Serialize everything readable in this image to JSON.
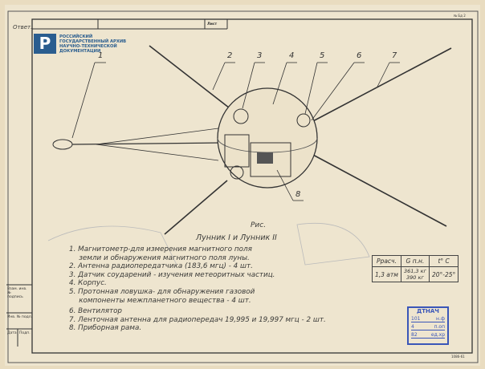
{
  "header": {
    "signature": "Ответ.",
    "sheet_label": "Лист",
    "sheet_code": "№ Бд 2"
  },
  "logo": {
    "mark": "Р",
    "lines": [
      "РОССИЙСКИЙ",
      "ГОСУДАРСТВЕННЫЙ АРХИВ",
      "НАУЧНО-ТЕХНИЧЕСКОЙ",
      "ДОКУМЕНТАЦИИ"
    ]
  },
  "drawing": {
    "callouts": [
      "1",
      "2",
      "3",
      "4",
      "5",
      "6",
      "7",
      "8"
    ]
  },
  "caption": {
    "fig": "Рис.",
    "title": "Лунник I и Лунник II"
  },
  "legend": [
    "1. Магнитометр-для измерения магнитного поля",
    "земли и обнаружения магнитного поля луны.",
    "2. Антенна радиопередатчика (183,6 мгц) - 4 шт.",
    "3. Датчик соударений - изучения метеоритных частиц.",
    "4. Корпус.",
    "5. Протонная ловушка- для обнаружения газовой",
    "компоненты межпланетного вещества - 4 шт.",
    "6. Вентилятор",
    "7. Ленточная антенна для радиопередач 19,995 и 19,997 мгц - 2 шт.",
    "8. Приборная рама."
  ],
  "params_table": {
    "headers": [
      "Pрасч.",
      "G п.н.",
      "t° C"
    ],
    "row": [
      "1,3 атм",
      "361,3 кг",
      "390 кг",
      "20°-25°"
    ]
  },
  "side_block": {
    "labels": [
      "Взам. инв. №",
      "подпись",
      "Инв. № подл.",
      "Дата",
      "Подп."
    ]
  },
  "stamp": {
    "title": "ДТНАЧ",
    "rows": [
      [
        "101",
        "н.ф"
      ],
      [
        "4",
        "п.оп"
      ],
      [
        "82",
        "ед.хр"
      ]
    ]
  },
  "footer": {
    "code": "1086-61"
  }
}
